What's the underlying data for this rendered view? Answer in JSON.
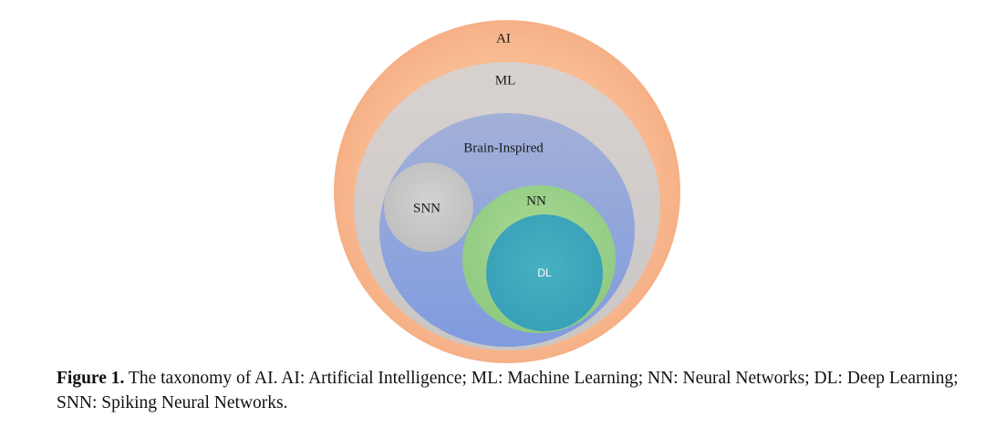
{
  "figure": {
    "nodes": [
      {
        "id": "ai",
        "label": "AI",
        "fill": "#f9bb92"
      },
      {
        "id": "ml",
        "label": "ML",
        "fill": "#d3ccca"
      },
      {
        "id": "brain",
        "label": "Brain-Inspired",
        "fill": "#8fa5dc"
      },
      {
        "id": "snn",
        "label": "SNN",
        "fill": "#c9c9c9"
      },
      {
        "id": "nn",
        "label": "NN",
        "fill": "#9bcf86"
      },
      {
        "id": "dl",
        "label": "DL",
        "fill": "#3fa8bd"
      }
    ]
  },
  "caption": {
    "label": "Figure 1.",
    "text": "The taxonomy of AI. AI: Artificial Intelligence; ML: Machine Learning; NN: Neural Networks; DL: Deep Learning; SNN: Spiking Neural Networks."
  }
}
